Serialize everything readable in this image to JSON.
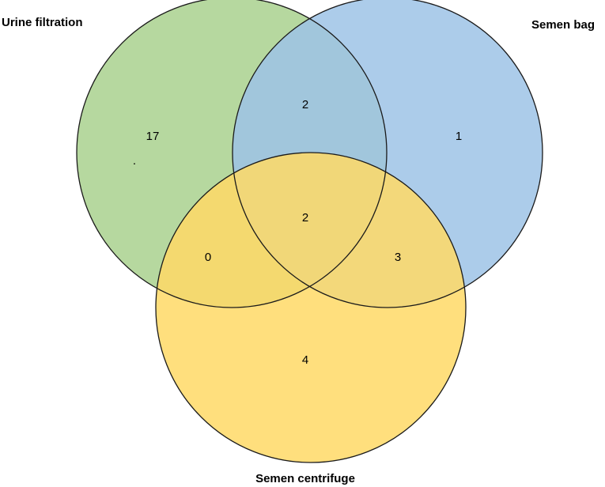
{
  "sets": [
    {
      "id": "urine",
      "label": "Urine filtration",
      "color": "#a9d18e"
    },
    {
      "id": "bag",
      "label": "Semen bag",
      "color": "#9dc3e6"
    },
    {
      "id": "centrifuge",
      "label": "Semen centrifuge",
      "color": "#ffd966"
    }
  ],
  "regions": {
    "urine_only": "17",
    "bag_only": "1",
    "centrifuge_only": "4",
    "urine_bag": "2",
    "urine_centrifuge": "0",
    "bag_centrifuge": "3",
    "all_three": "2"
  },
  "stray_mark": "."
}
